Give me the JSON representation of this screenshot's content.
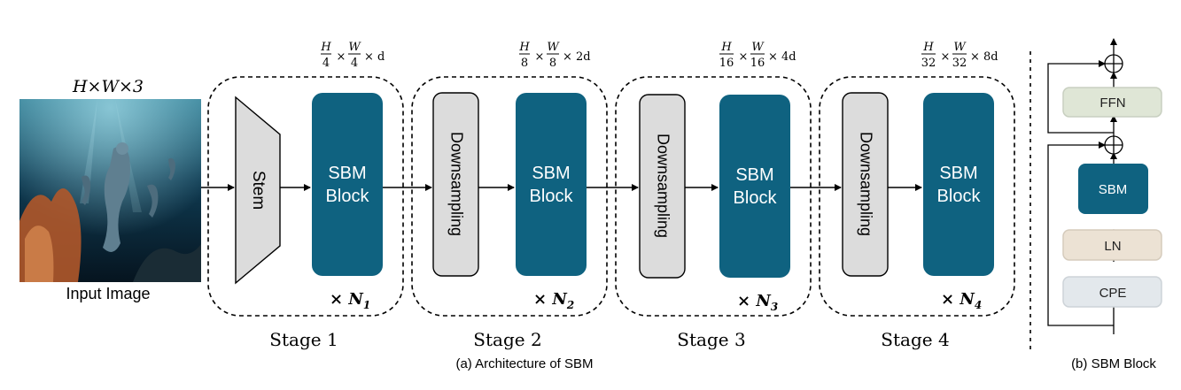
{
  "input": {
    "dims_label": "H×W×3",
    "caption": "Input Image"
  },
  "stages": [
    {
      "label": "Stage 1",
      "first_block": "Stem",
      "block_lines": [
        "SBM",
        "Block"
      ],
      "repeat_prefix": "× N",
      "repeat_sub": "1",
      "dims": {
        "h_num": "H",
        "h_den": "4",
        "w_num": "W",
        "w_den": "4",
        "suffix": "× d"
      }
    },
    {
      "label": "Stage 2",
      "first_block": "Downsampling",
      "block_lines": [
        "SBM",
        "Block"
      ],
      "repeat_prefix": "× N",
      "repeat_sub": "2",
      "dims": {
        "h_num": "H",
        "h_den": "8",
        "w_num": "W",
        "w_den": "8",
        "suffix": "× 2d"
      }
    },
    {
      "label": "Stage 3",
      "first_block": "Downsampling",
      "block_lines": [
        "SBM",
        "Block"
      ],
      "repeat_prefix": "× N",
      "repeat_sub": "3",
      "dims": {
        "h_num": "H",
        "h_den": "16",
        "w_num": "W",
        "w_den": "16",
        "suffix": "× 4d"
      }
    },
    {
      "label": "Stage 4",
      "first_block": "Downsampling",
      "block_lines": [
        "SBM",
        "Block"
      ],
      "repeat_prefix": "× N",
      "repeat_sub": "4",
      "dims": {
        "h_num": "H",
        "h_den": "32",
        "w_num": "W",
        "w_den": "32",
        "suffix": "× 8d"
      }
    }
  ],
  "caption_a": "(a) Architecture of SBM",
  "sbm_block": {
    "ffn": "FFN",
    "sbm": "SBM",
    "ln": "LN",
    "cpe": "CPE",
    "caption": "(b) SBM Block"
  },
  "colors": {
    "sbm_block": "#0f6280",
    "gray_block": "#dcdcdc",
    "ffn": "#dfe6d6",
    "ln": "#ece2d4",
    "cpe": "#e3e8ec"
  }
}
